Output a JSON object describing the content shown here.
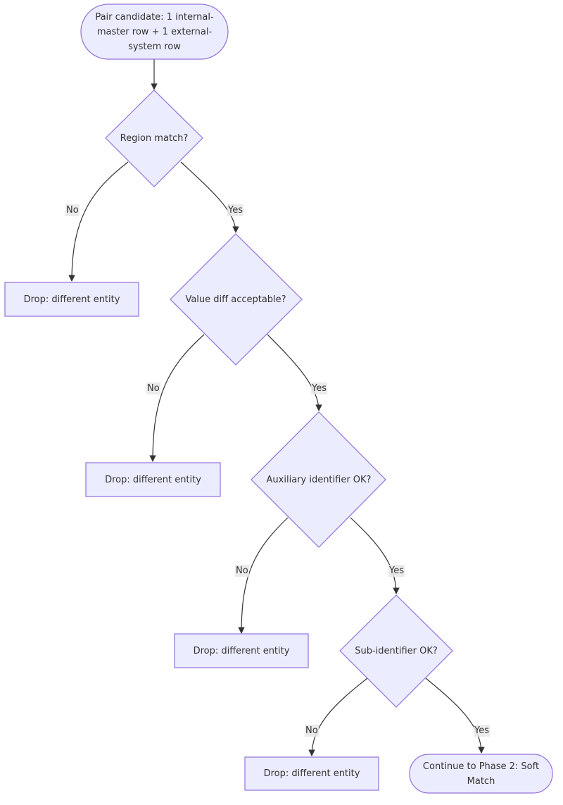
{
  "diagram": {
    "start": "Pair candidate: 1 internal-master row + 1 external-system row",
    "decisions": [
      "Region match?",
      "Value diff acceptable?",
      "Auxiliary identifier OK?",
      "Sub-identifier OK?"
    ],
    "drop": "Drop: different entity",
    "end": "Continue to Phase 2: Soft Match",
    "edge_labels": {
      "no": "No",
      "yes": "Yes"
    }
  },
  "colors": {
    "node_fill": "#ECECFF",
    "node_stroke": "#9370DB",
    "edge": "#333333",
    "edge_label_bg": "#E8E8E8"
  }
}
